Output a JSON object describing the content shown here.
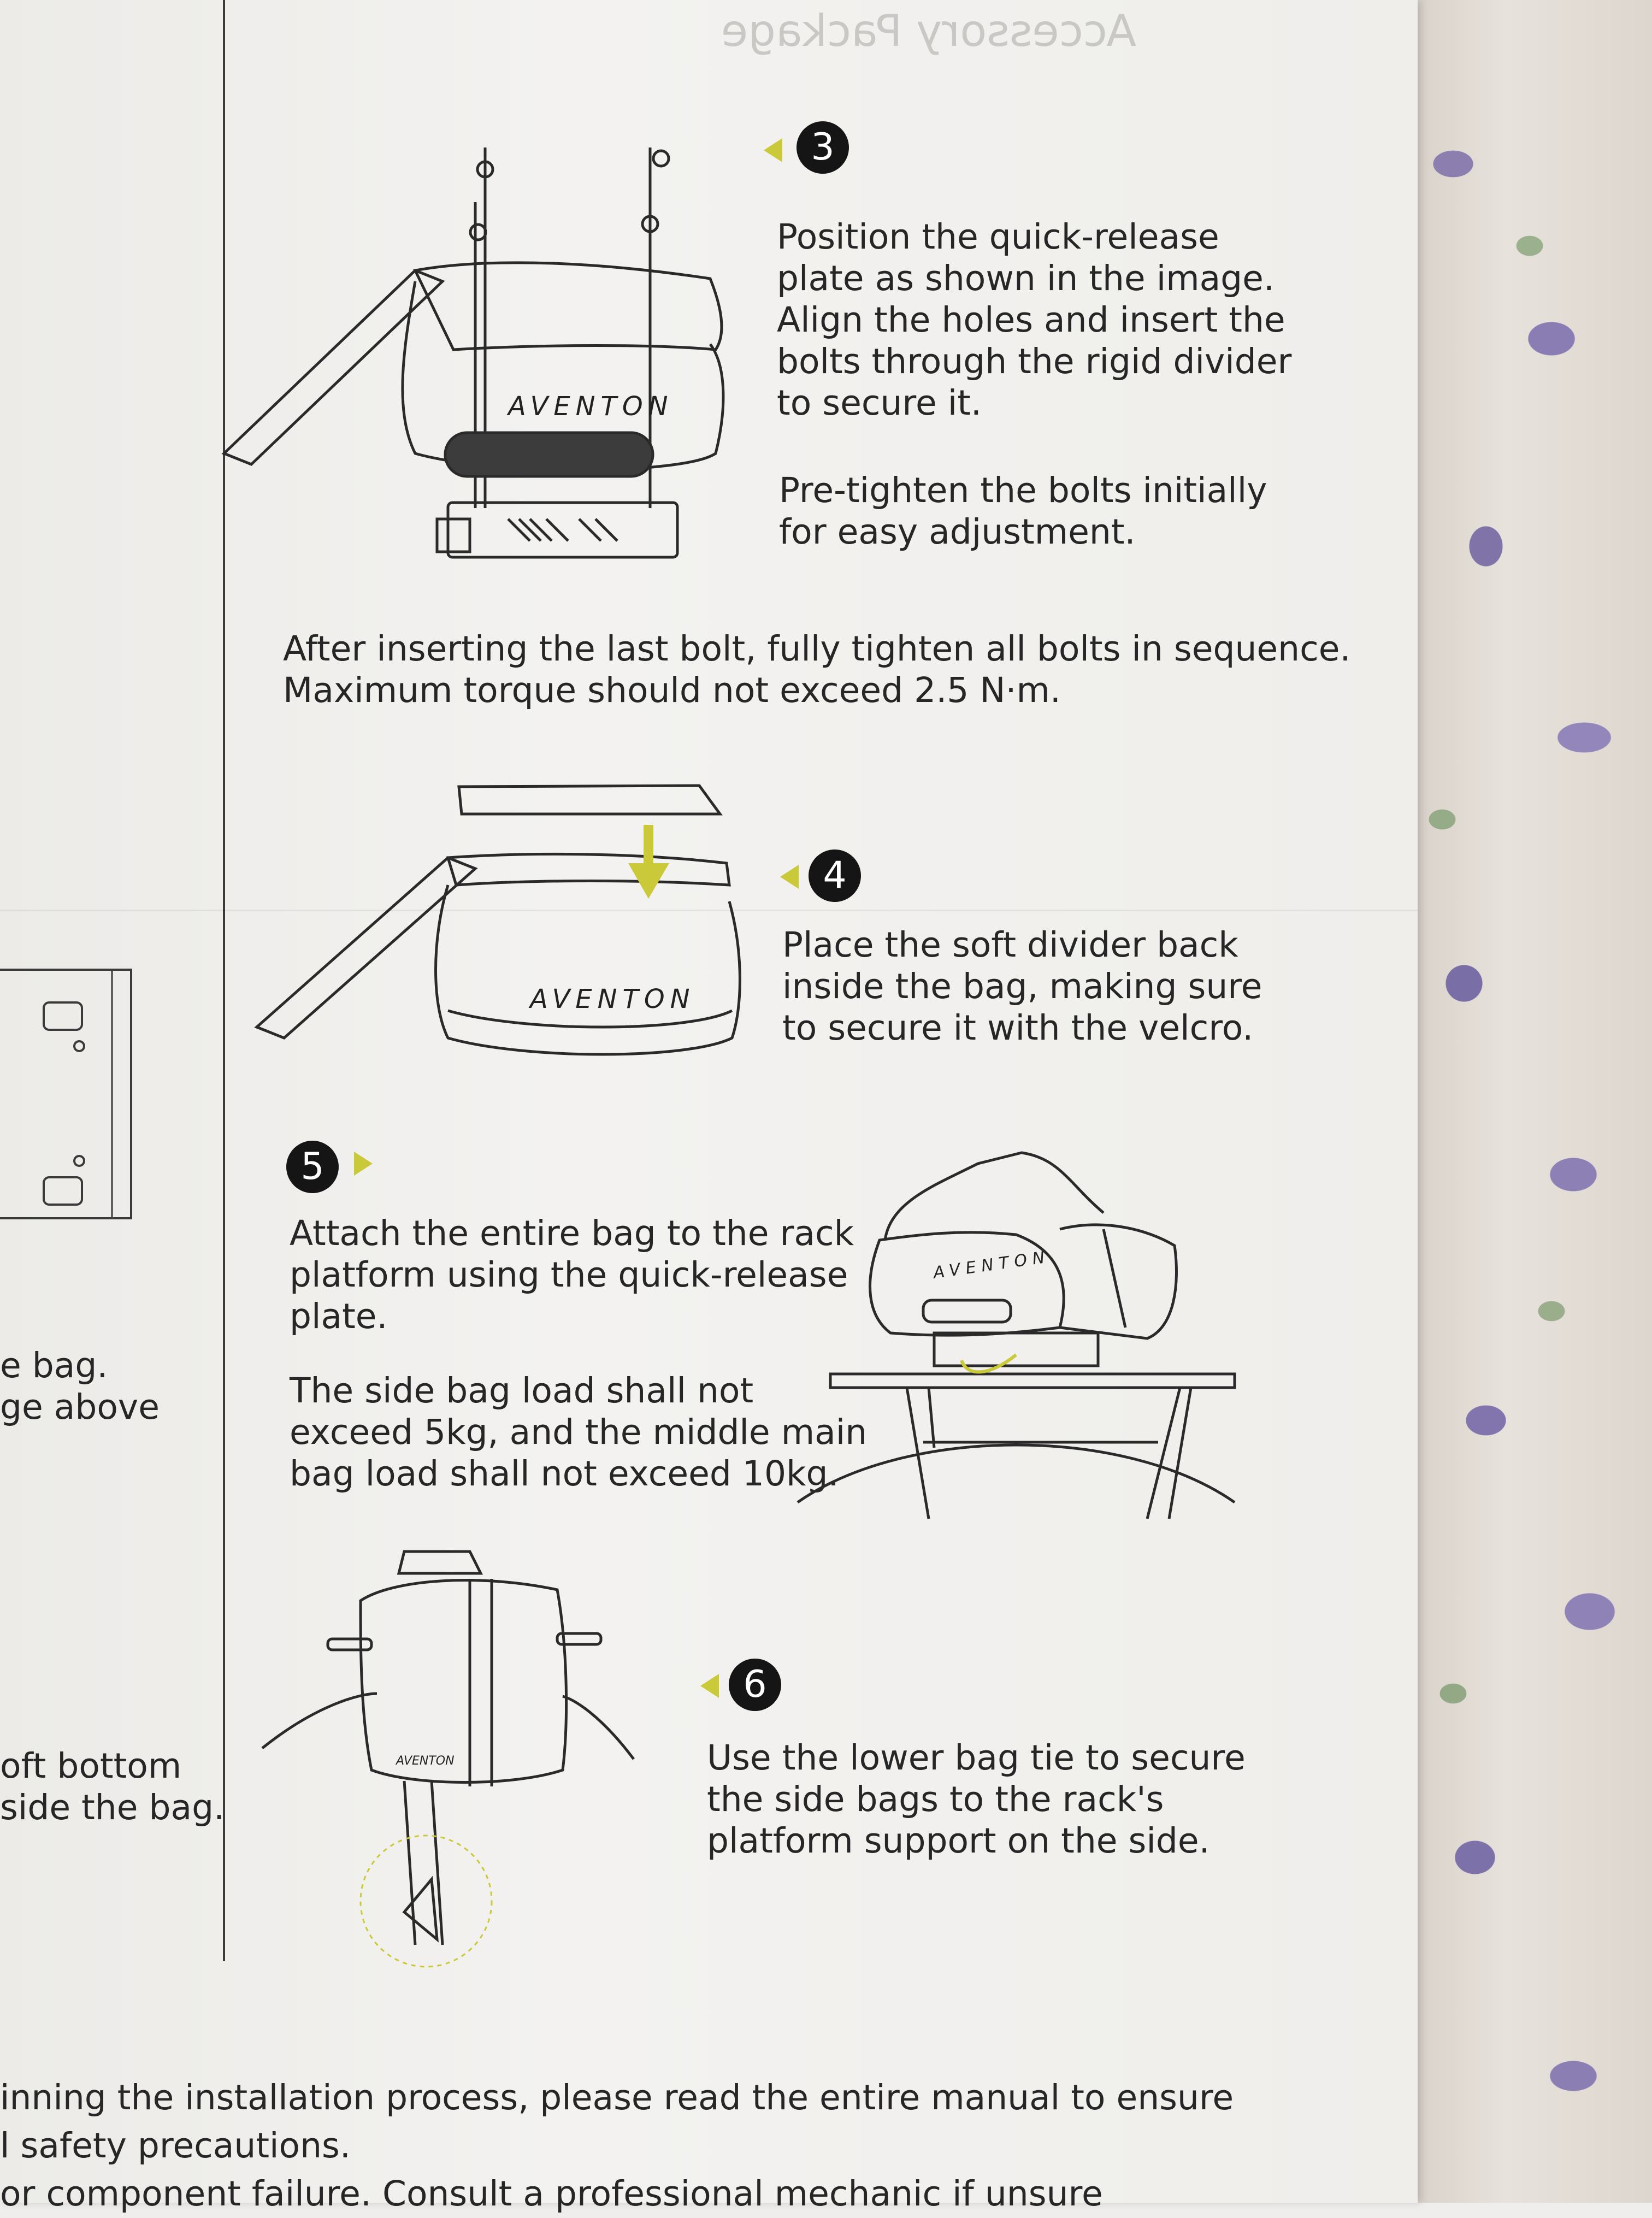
{
  "header": {
    "mirrored_title": "Accessory Package"
  },
  "steps": [
    {
      "number": "3",
      "paragraphs": [
        "Position the quick-release\nplate as shown in the image.\nAlign the holes and insert the\nbolts through the rigid divider\nto secure it.",
        "Pre-tighten the bolts initially\nfor easy adjustment."
      ]
    },
    {
      "number": "4",
      "paragraphs": [
        "Place the soft divider back\ninside the bag, making sure\nto secure it with the  velcro."
      ]
    },
    {
      "number": "5",
      "paragraphs": [
        "Attach the entire bag to the rack\nplatform using the quick-release\nplate.",
        "The side bag load shall not\nexceed 5kg, and the middle main\nbag load shall not exceed 10kg."
      ]
    },
    {
      "number": "6",
      "paragraphs": [
        "Use the lower bag tie to secure\nthe side bags to the rack's\nplatform support on the side."
      ]
    }
  ],
  "torque_note": "After inserting the last bolt, fully tighten all bolts in sequence.\nMaximum torque should not exceed 2.5 N·m.",
  "brand": "AVENTON",
  "left_fragments": [
    "e bag.\nge above",
    "oft bottom\nside the bag."
  ],
  "bottom_text": "inning the installation process, please read the entire manual to ensure\nl safety precautions.\n or component failure. Consult a professional mechanic if unsure",
  "colors": {
    "accent": "#c9c93a",
    "ink": "#262626",
    "paper": "#f0efed"
  }
}
